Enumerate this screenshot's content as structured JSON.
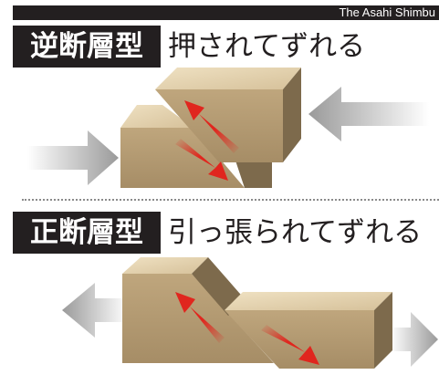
{
  "credit": "The Asahi Shimbu",
  "sections": [
    {
      "type_label": "逆断層型",
      "description": "押されてずれる"
    },
    {
      "type_label": "正断層型",
      "description": "引っ張られてずれる"
    }
  ],
  "colors": {
    "band": "#231f20",
    "block_top": "#e2cfaa",
    "block_front": "#b39b73",
    "block_side": "#7d6a4c",
    "push_arrow": "#9a9a9a",
    "slip_arrow": "#e0261e",
    "divider": "#8a8a8a"
  }
}
